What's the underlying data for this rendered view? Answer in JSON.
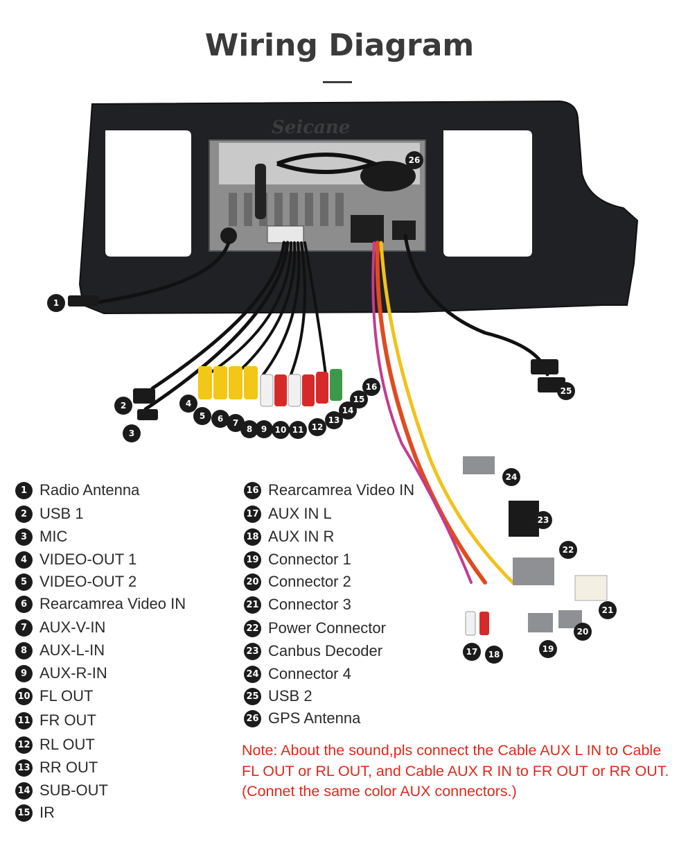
{
  "title": "Wiring Diagram",
  "watermark": "Seicane",
  "legend_left": [
    {
      "n": "1",
      "label": "Radio Antenna"
    },
    {
      "n": "2",
      "label": "USB 1"
    },
    {
      "n": "3",
      "label": "MIC"
    },
    {
      "n": "4",
      "label": "VIDEO-OUT 1"
    },
    {
      "n": "5",
      "label": "VIDEO-OUT 2"
    },
    {
      "n": "6",
      "label": "Rearcamrea Video IN"
    },
    {
      "n": "7",
      "label": "AUX-V-IN"
    },
    {
      "n": "8",
      "label": "AUX-L-IN"
    },
    {
      "n": "9",
      "label": "AUX-R-IN"
    },
    {
      "n": "10",
      "label": "FL OUT"
    },
    {
      "n": "11",
      "label": "FR OUT"
    },
    {
      "n": "12",
      "label": "RL OUT"
    },
    {
      "n": "13",
      "label": "RR OUT"
    },
    {
      "n": "14",
      "label": "SUB-OUT"
    },
    {
      "n": "15",
      "label": "IR"
    }
  ],
  "legend_right": [
    {
      "n": "16",
      "label": "Rearcamrea Video IN"
    },
    {
      "n": "17",
      "label": "AUX IN L"
    },
    {
      "n": "18",
      "label": "AUX IN R"
    },
    {
      "n": "19",
      "label": "Connector 1"
    },
    {
      "n": "20",
      "label": "Connector 2"
    },
    {
      "n": "21",
      "label": "Connector 3"
    },
    {
      "n": "22",
      "label": "Power Connector"
    },
    {
      "n": "23",
      "label": "Canbus Decoder"
    },
    {
      "n": "24",
      "label": "Connector 4"
    },
    {
      "n": "25",
      "label": "USB 2"
    },
    {
      "n": "26",
      "label": "GPS Antenna"
    }
  ],
  "note": "Note: About the sound,pls connect the Cable AUX L IN to Cable FL OUT or RL OUT, and Cable AUX R IN to FR OUT or RR OUT.(Connet the same color AUX connectors.)",
  "callouts": [
    "1",
    "2",
    "3",
    "4",
    "5",
    "6",
    "7",
    "8",
    "9",
    "10",
    "11",
    "12",
    "13",
    "14",
    "15",
    "16",
    "17",
    "18",
    "19",
    "20",
    "21",
    "22",
    "23",
    "24",
    "25",
    "26"
  ]
}
